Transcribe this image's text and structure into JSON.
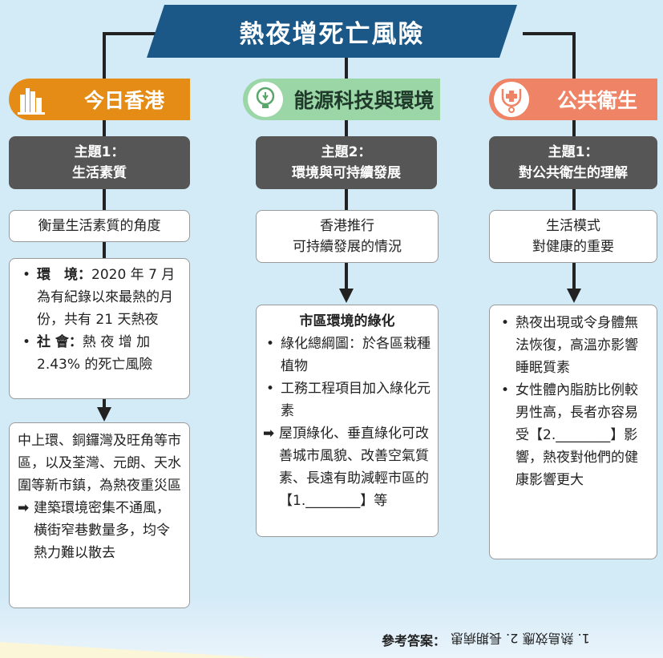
{
  "title": "熱夜增死亡風險",
  "colors": {
    "title_bg": "#1b5888",
    "cat1": "#e58c16",
    "cat2": "#9bd6a6",
    "cat3": "#ef8366",
    "theme_bg": "#565656",
    "line": "#222222"
  },
  "columns": [
    {
      "category": "今日香港",
      "icon": "city-skyline-icon",
      "theme": [
        "主題1：",
        "生活素質"
      ],
      "box1": "衡量生活素質的角度",
      "box2": {
        "items": [
          {
            "head": "環　境：",
            "text": "2020 年 7 月為有紀錄以來最熱的月份，共有 21 天熱夜"
          },
          {
            "head": "社 會：",
            "text": "熱 夜 增 加 2.43% 的死亡風險"
          }
        ]
      },
      "box3": {
        "text": "中上環、銅鑼灣及旺角等市區，以及荃灣、元朗、天水圍等新市鎮，為熱夜重災區",
        "arrow_text": "建築環境密集不通風，橫街窄巷數量多，均令熱力難以散去"
      }
    },
    {
      "category": "能源科技與環境",
      "icon": "lightbulb-icon",
      "theme": [
        "主題2：",
        "環境與可持續發展"
      ],
      "box1": [
        "香港推行",
        "可持續發展的情況"
      ],
      "box2": {
        "heading": "市區環境的綠化",
        "items": [
          "綠化總綱圖：於各區栽種植物",
          "工務工程項目加入綠化元素"
        ],
        "arrow_text": "屋頂綠化、垂直綠化可改善城市風貌、改善空氣質素、長遠有助減輕市區的【1.________】等"
      }
    },
    {
      "category": "公共衛生",
      "icon": "medical-cross-icon",
      "theme": [
        "主題1：",
        "對公共衛生的理解"
      ],
      "box1": [
        "生活模式",
        "對健康的重要"
      ],
      "box2": {
        "items": [
          "熱夜出現或令身體無法恢復，高溫亦影響睡眠質素",
          "女性體內脂肪比例較男性高，長者亦容易受【2.________】影響，熱夜對他們的健康影響更大"
        ]
      }
    }
  ],
  "answers": {
    "label": "參考答案：",
    "text": "1. 熱島效應 2. 長期病患"
  },
  "arrow_glyph": "➡"
}
